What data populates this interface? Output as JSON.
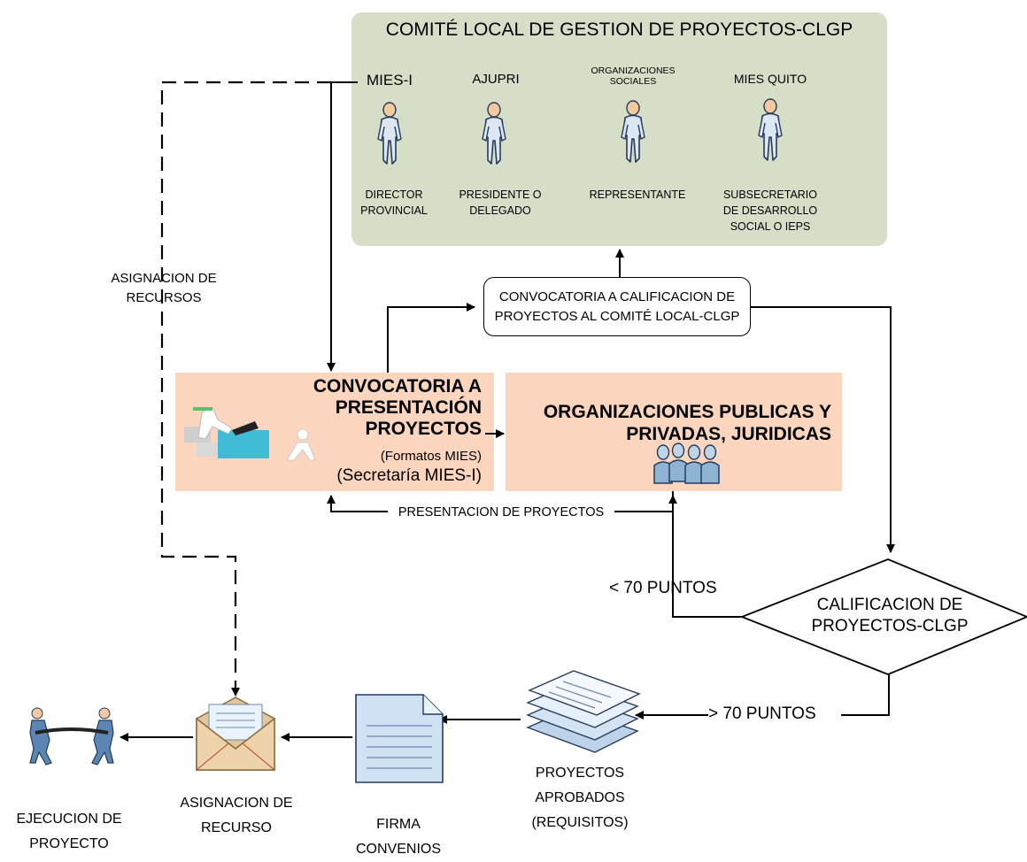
{
  "committee": {
    "title": "COMITÉ LOCAL DE GESTION DE PROYECTOS-CLGP",
    "members": [
      {
        "name": "MIES-I",
        "role_lines": [
          "DIRECTOR",
          "PROVINCIAL"
        ]
      },
      {
        "name": "AJUPRI",
        "role_lines": [
          "PRESIDENTE O",
          "DELEGADO"
        ]
      },
      {
        "name_lines": [
          "ORGANIZACIONES",
          "SOCIALES"
        ],
        "role_lines": [
          "REPRESENTANTE"
        ]
      },
      {
        "name": "MIES QUITO",
        "role_lines": [
          "SUBSECRETARIO",
          "DE DESARROLLO",
          "SOCIAL O IEPS"
        ]
      }
    ]
  },
  "convocatoria_calificacion": {
    "lines": [
      "CONVOCATORIA A CALIFICACION DE",
      "PROYECTOS AL COMITÉ LOCAL-CLGP"
    ]
  },
  "convocatoria_presentacion": {
    "title_lines": [
      "CONVOCATORIA A",
      "PRESENTACIÓN",
      "PROYECTOS"
    ],
    "formatos": "(Formatos MIES)",
    "secretaria": "(Secretaría MIES-I)"
  },
  "organizaciones": {
    "title_lines": [
      "ORGANIZACIONES PUBLICAS Y",
      "PRIVADAS, JURIDICAS"
    ]
  },
  "labels": {
    "asignacion_recursos": [
      "ASIGNACION DE",
      "RECURSOS"
    ],
    "presentacion_proyectos": "PRESENTACION DE PROYECTOS",
    "menos_70": "< 70 PUNTOS",
    "mas_70": "> 70 PUNTOS"
  },
  "calificacion": {
    "lines": [
      "CALIFICACION DE",
      "PROYECTOS-CLGP"
    ]
  },
  "bottom_flow": {
    "proyectos_aprobados": [
      "PROYECTOS",
      "APROBADOS",
      "(REQUISITOS)"
    ],
    "firma_convenios": [
      "FIRMA",
      "CONVENIOS"
    ],
    "asignacion_recurso": [
      "ASIGNACION DE",
      "RECURSO"
    ],
    "ejecucion_proyecto": [
      "EJECUCION DE",
      "PROYECTO"
    ]
  },
  "colors": {
    "committee_bg": "#d7dec8",
    "peach_box": "#fbd5be",
    "person_fill": "#dce7f3",
    "person_outline": "#253b5c",
    "skin": "#f3c9a0",
    "desk_blue": "#40bcd8"
  },
  "icons": [
    "person-icon",
    "group-icon",
    "desk-worker-icon",
    "documents-stack-icon",
    "document-icon",
    "envelope-icon",
    "tug-of-war-icon"
  ]
}
